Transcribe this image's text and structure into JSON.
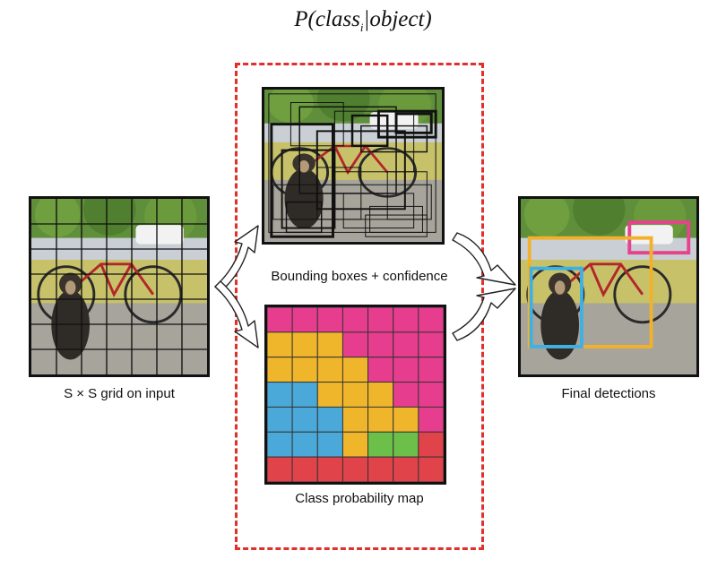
{
  "formula": {
    "prefix": "P(class",
    "subscript": "i",
    "suffix": "|object)"
  },
  "captions": {
    "grid": "S × S grid on input",
    "boxes": "Bounding boxes + confidence",
    "probability": "Class probability map",
    "final": "Final detections"
  },
  "grid_size": 7,
  "colors": {
    "dashed_frame": "#e0302b",
    "class_pink": "#e63d8e",
    "class_yellow": "#f0b62b",
    "class_blue": "#4aa9d8",
    "class_green": "#6cc04a",
    "class_red": "#e0444a",
    "detect_pink": "#e6438c",
    "detect_yellow": "#f2b12a",
    "detect_blue": "#3fb0e3"
  },
  "probability_map": [
    [
      "pink",
      "pink",
      "pink",
      "pink",
      "pink",
      "pink",
      "pink"
    ],
    [
      "yellow",
      "yellow",
      "yellow",
      "pink",
      "pink",
      "pink",
      "pink"
    ],
    [
      "yellow",
      "yellow",
      "yellow",
      "yellow",
      "pink",
      "pink",
      "pink"
    ],
    [
      "blue",
      "blue",
      "yellow",
      "yellow",
      "yellow",
      "pink",
      "pink"
    ],
    [
      "blue",
      "blue",
      "blue",
      "yellow",
      "yellow",
      "yellow",
      "pink"
    ],
    [
      "blue",
      "blue",
      "blue",
      "yellow",
      "green",
      "green",
      "red"
    ],
    [
      "red",
      "red",
      "red",
      "red",
      "red",
      "red",
      "red"
    ]
  ]
}
